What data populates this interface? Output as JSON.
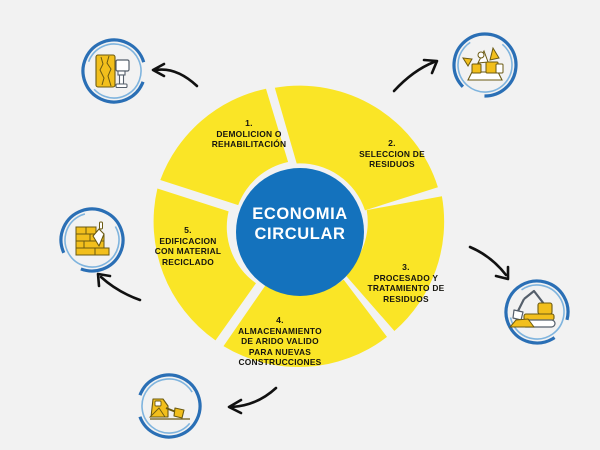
{
  "diagram": {
    "title": "Economia Circular",
    "background_color": "#f2f2f2",
    "center": {
      "line1": "ECONOMIA",
      "line2": "CIRCULAR",
      "fill_color": "#1472bd",
      "text_color": "#ffffff"
    },
    "segment_color": "#fae526",
    "segment_text_color": "#15140f",
    "arrow_color": "#111111",
    "icon_ring_color": "#2a6fb5",
    "icon_accent_color": "#f2bf1c",
    "segments": [
      {
        "number": "1.",
        "text": "DEMOLICION O\nREHABILITACIÓN",
        "icon": "demolition-jackhammer-icon"
      },
      {
        "number": "2.",
        "text": "SELECCION DE\nRESIDUOS",
        "icon": "waste-pile-icon"
      },
      {
        "number": "3.",
        "text": "PROCESADO Y\nTRATAMIENTO DE\nRESIDUOS",
        "icon": "excavator-icon"
      },
      {
        "number": "4.",
        "text": "ALMACENAMIENTO\nDE ARIDO VALIDO\nPARA NUEVAS\nCONSTRUCCIONES",
        "icon": "wheel-loader-aggregate-icon"
      },
      {
        "number": "5.",
        "text": "EDIFICACION\nCON MATERIAL\nRECICLADO",
        "icon": "brick-wall-trowel-icon"
      }
    ],
    "arrows": [
      {
        "name": "arrow-5-to-1",
        "direction": "left"
      },
      {
        "name": "arrow-1-to-2",
        "direction": "up-right"
      },
      {
        "name": "arrow-2-to-3",
        "direction": "down-right"
      },
      {
        "name": "arrow-3-to-4",
        "direction": "left"
      },
      {
        "name": "arrow-4-to-5",
        "direction": "up-left"
      }
    ]
  }
}
